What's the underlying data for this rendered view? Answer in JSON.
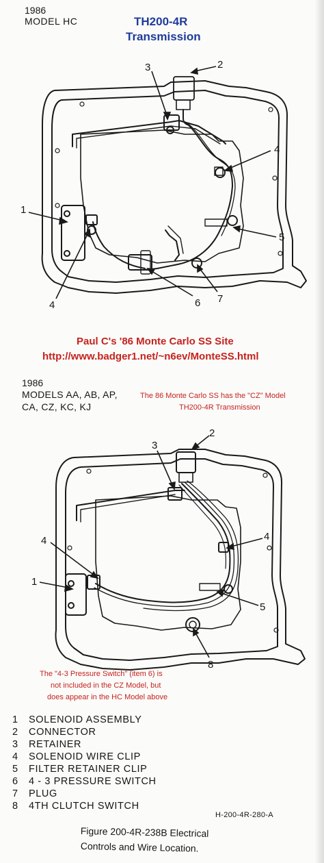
{
  "header": {
    "year": "1986",
    "model": "MODEL HC",
    "title_line1": "TH200-4R",
    "title_line2": "Transmission"
  },
  "site_banner": {
    "line1": "Paul C's '86 Monte Carlo SS Site",
    "line2": "http://www.badger1.net/~n6ev/MonteSS.html"
  },
  "second_block": {
    "year": "1986",
    "models_line1": "MODELS AA, AB, AP,",
    "models_line2": "CA, CZ, KC, KJ",
    "note_line1": "The 86 Monte Carlo SS has the \"CZ\" Model",
    "note_line2": "TH200-4R Transmission"
  },
  "pressure_note": {
    "line1": "The \"4-3 Pressure Switch\" (item 6) is",
    "line2": "not included in the CZ Model, but",
    "line3": "does appear in the HC Model above"
  },
  "callouts_top": [
    "1",
    "2",
    "3",
    "4",
    "4",
    "5",
    "6",
    "7"
  ],
  "callouts_bottom": [
    "1",
    "2",
    "3",
    "4",
    "4",
    "5",
    "8"
  ],
  "legend": [
    {
      "num": "1",
      "label": "SOLENOID ASSEMBLY"
    },
    {
      "num": "2",
      "label": "CONNECTOR"
    },
    {
      "num": "3",
      "label": "RETAINER"
    },
    {
      "num": "4",
      "label": "SOLENOID WIRE CLIP"
    },
    {
      "num": "5",
      "label": "FILTER RETAINER CLIP"
    },
    {
      "num": "6",
      "label": "4 - 3 PRESSURE SWITCH"
    },
    {
      "num": "7",
      "label": "PLUG"
    },
    {
      "num": "8",
      "label": "4TH CLUTCH SWITCH"
    }
  ],
  "figure_code": "H-200-4R-280-A",
  "caption": {
    "line1": "Figure 200-4R-238B Electrical",
    "line2": "Controls and Wire Location."
  },
  "colors": {
    "blue_title": "#1f3c9a",
    "red_text": "#c4231f",
    "line_art": "#1a1a1a"
  }
}
